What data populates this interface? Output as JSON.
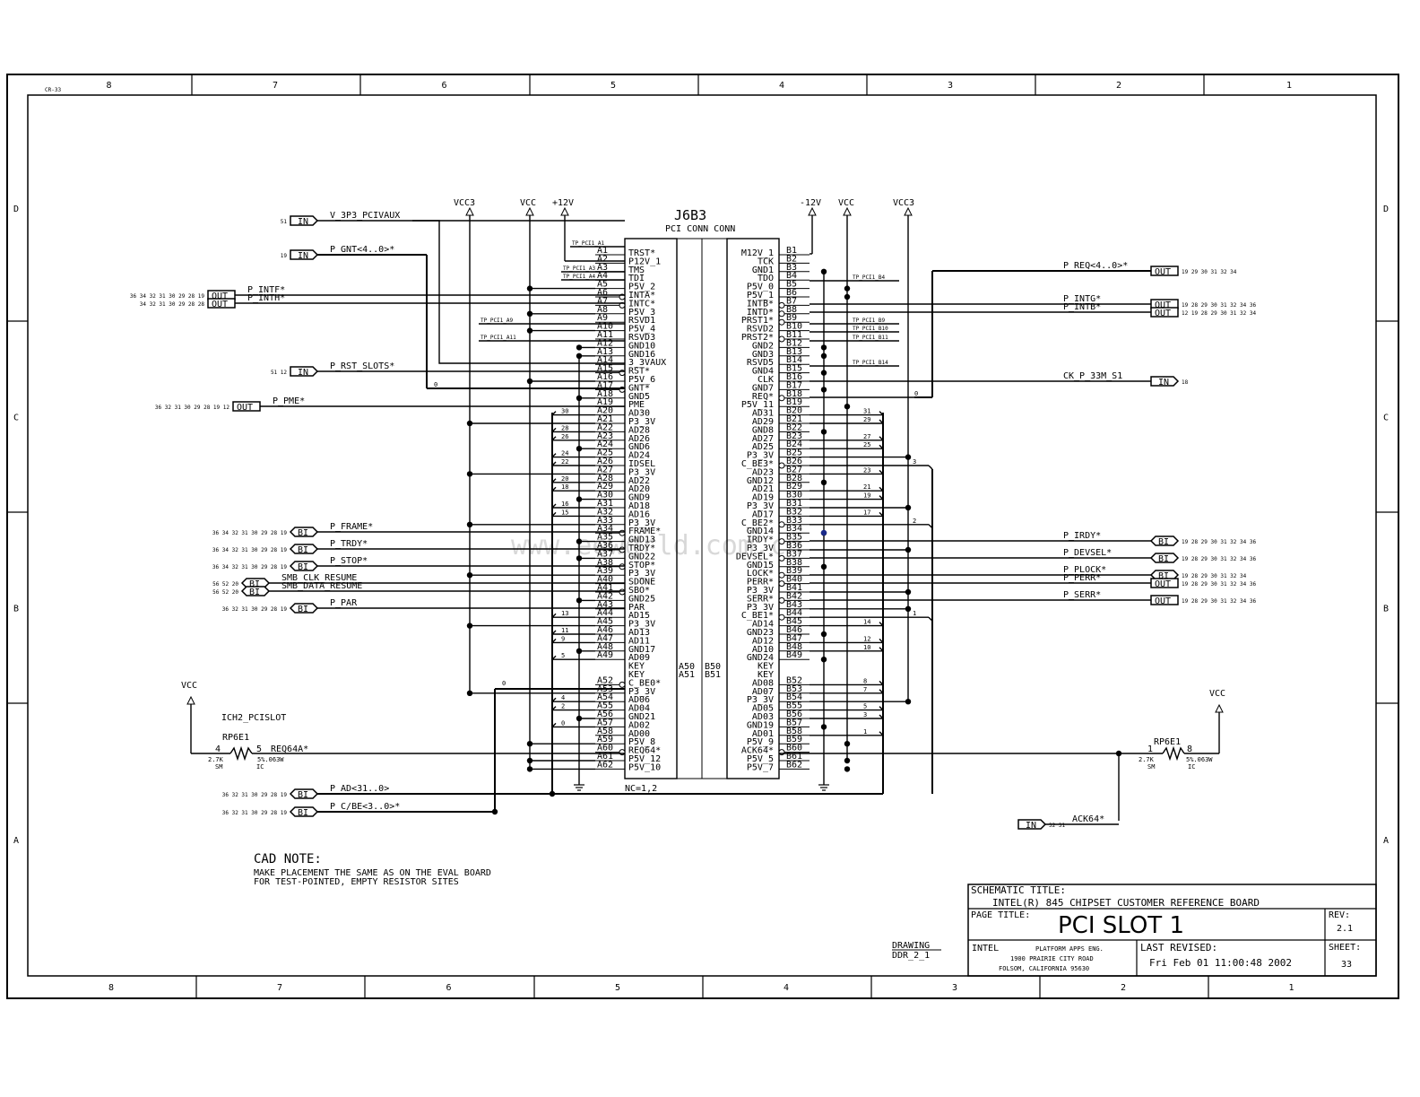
{
  "border": {
    "cr_tag": "CR-33",
    "cols": [
      "8",
      "7",
      "6",
      "5",
      "4",
      "3",
      "2",
      "1"
    ],
    "rows": [
      "D",
      "C",
      "B",
      "A"
    ]
  },
  "connector": {
    "ref": "J6B3",
    "name": "PCI CONN CONN",
    "nc_note": "NC=1,2",
    "left_pins": [
      {
        "num": "A1",
        "name": "TRST*",
        "inv": false
      },
      {
        "num": "A2",
        "name": "P12V_1",
        "inv": false
      },
      {
        "num": "A3",
        "name": "TMS",
        "inv": false
      },
      {
        "num": "A4",
        "name": "TDI",
        "inv": false
      },
      {
        "num": "A5",
        "name": "P5V_2",
        "inv": false
      },
      {
        "num": "A6",
        "name": "INTA*",
        "inv": true
      },
      {
        "num": "A7",
        "name": "INTC*",
        "inv": true
      },
      {
        "num": "A8",
        "name": "P5V_3",
        "inv": false
      },
      {
        "num": "A9",
        "name": "RSVD1",
        "inv": false
      },
      {
        "num": "A10",
        "name": "P5V_4",
        "inv": false
      },
      {
        "num": "A11",
        "name": "RSVD3",
        "inv": false
      },
      {
        "num": "A12",
        "name": "GND10",
        "inv": false
      },
      {
        "num": "A13",
        "name": "GND16",
        "inv": false
      },
      {
        "num": "A14",
        "name": "3_3VAUX",
        "inv": false
      },
      {
        "num": "A15",
        "name": "RST*",
        "inv": true
      },
      {
        "num": "A16",
        "name": "P5V_6",
        "inv": false
      },
      {
        "num": "A17",
        "name": "GNT*",
        "inv": true
      },
      {
        "num": "A18",
        "name": "GND5",
        "inv": false
      },
      {
        "num": "A19",
        "name": "PME",
        "inv": false
      },
      {
        "num": "A20",
        "name": "AD30",
        "inv": false
      },
      {
        "num": "A21",
        "name": "P3_3V",
        "inv": false
      },
      {
        "num": "A22",
        "name": "AD28",
        "inv": false
      },
      {
        "num": "A23",
        "name": "AD26",
        "inv": false
      },
      {
        "num": "A24",
        "name": "GND6",
        "inv": false
      },
      {
        "num": "A25",
        "name": "AD24",
        "inv": false
      },
      {
        "num": "A26",
        "name": "IDSEL",
        "inv": false
      },
      {
        "num": "A27",
        "name": "P3_3V",
        "inv": false
      },
      {
        "num": "A28",
        "name": "AD22",
        "inv": false
      },
      {
        "num": "A29",
        "name": "AD20",
        "inv": false
      },
      {
        "num": "A30",
        "name": "GND9",
        "inv": false
      },
      {
        "num": "A31",
        "name": "AD18",
        "inv": false
      },
      {
        "num": "A32",
        "name": "AD16",
        "inv": false
      },
      {
        "num": "A33",
        "name": "P3_3V",
        "inv": false
      },
      {
        "num": "A34",
        "name": "FRAME*",
        "inv": true
      },
      {
        "num": "A35",
        "name": "GND13",
        "inv": false
      },
      {
        "num": "A36",
        "name": "TRDY*",
        "inv": true
      },
      {
        "num": "A37",
        "name": "GND22",
        "inv": false
      },
      {
        "num": "A38",
        "name": "STOP*",
        "inv": true
      },
      {
        "num": "A39",
        "name": "P3_3V",
        "inv": false
      },
      {
        "num": "A40",
        "name": "SDONE",
        "inv": false
      },
      {
        "num": "A41",
        "name": "SBO*",
        "inv": true
      },
      {
        "num": "A42",
        "name": "GND25",
        "inv": false
      },
      {
        "num": "A43",
        "name": "PAR",
        "inv": false
      },
      {
        "num": "A44",
        "name": "AD15",
        "inv": false
      },
      {
        "num": "A45",
        "name": "P3_3V",
        "inv": false
      },
      {
        "num": "A46",
        "name": "AD13",
        "inv": false
      },
      {
        "num": "A47",
        "name": "AD11",
        "inv": false
      },
      {
        "num": "A48",
        "name": "GND17",
        "inv": false
      },
      {
        "num": "A49",
        "name": "AD09",
        "inv": false
      },
      {
        "num": "",
        "name": "KEY",
        "inv": false
      },
      {
        "num": "",
        "name": "KEY",
        "inv": false
      },
      {
        "num": "A52",
        "name": "C_BE0*",
        "inv": true
      },
      {
        "num": "A53",
        "name": "P3_3V",
        "inv": false
      },
      {
        "num": "A54",
        "name": "AD06",
        "inv": false
      },
      {
        "num": "A55",
        "name": "AD04",
        "inv": false
      },
      {
        "num": "A56",
        "name": "GND21",
        "inv": false
      },
      {
        "num": "A57",
        "name": "AD02",
        "inv": false
      },
      {
        "num": "A58",
        "name": "AD00",
        "inv": false
      },
      {
        "num": "A59",
        "name": "P5V_8",
        "inv": false
      },
      {
        "num": "A60",
        "name": "REQ64*",
        "inv": true
      },
      {
        "num": "A61",
        "name": "P5V_12",
        "inv": false
      },
      {
        "num": "A62",
        "name": "P5V_10",
        "inv": false
      }
    ],
    "right_pins": [
      {
        "num": "B1",
        "name": "M12V_1",
        "inv": false
      },
      {
        "num": "B2",
        "name": "TCK",
        "inv": false
      },
      {
        "num": "B3",
        "name": "GND1",
        "inv": false
      },
      {
        "num": "B4",
        "name": "TDO",
        "inv": false
      },
      {
        "num": "B5",
        "name": "P5V_0",
        "inv": false
      },
      {
        "num": "B6",
        "name": "P5V_1",
        "inv": false
      },
      {
        "num": "B7",
        "name": "INTB*",
        "inv": true
      },
      {
        "num": "B8",
        "name": "INTD*",
        "inv": true
      },
      {
        "num": "B9",
        "name": "PRST1*",
        "inv": true
      },
      {
        "num": "B10",
        "name": "RSVD2",
        "inv": false
      },
      {
        "num": "B11",
        "name": "PRST2*",
        "inv": true
      },
      {
        "num": "B12",
        "name": "GND2",
        "inv": false
      },
      {
        "num": "B13",
        "name": "GND3",
        "inv": false
      },
      {
        "num": "B14",
        "name": "RSVD5",
        "inv": false
      },
      {
        "num": "B15",
        "name": "GND4",
        "inv": false
      },
      {
        "num": "B16",
        "name": "CLK",
        "inv": false
      },
      {
        "num": "B17",
        "name": "GND7",
        "inv": false
      },
      {
        "num": "B18",
        "name": "REQ*",
        "inv": true
      },
      {
        "num": "B19",
        "name": "P5V_11",
        "inv": false
      },
      {
        "num": "B20",
        "name": "AD31",
        "inv": false
      },
      {
        "num": "B21",
        "name": "AD29",
        "inv": false
      },
      {
        "num": "B22",
        "name": "GND8",
        "inv": false
      },
      {
        "num": "B23",
        "name": "AD27",
        "inv": false
      },
      {
        "num": "B24",
        "name": "AD25",
        "inv": false
      },
      {
        "num": "B25",
        "name": "P3_3V",
        "inv": false
      },
      {
        "num": "B26",
        "name": "C_BE3*",
        "inv": true
      },
      {
        "num": "B27",
        "name": "AD23",
        "inv": false
      },
      {
        "num": "B28",
        "name": "GND12",
        "inv": false
      },
      {
        "num": "B29",
        "name": "AD21",
        "inv": false
      },
      {
        "num": "B30",
        "name": "AD19",
        "inv": false
      },
      {
        "num": "B31",
        "name": "P3_3V",
        "inv": false
      },
      {
        "num": "B32",
        "name": "AD17",
        "inv": false
      },
      {
        "num": "B33",
        "name": "C_BE2*",
        "inv": true
      },
      {
        "num": "B34",
        "name": "GND14",
        "inv": false
      },
      {
        "num": "B35",
        "name": "IRDY*",
        "inv": true
      },
      {
        "num": "B36",
        "name": "P3_3V",
        "inv": false
      },
      {
        "num": "B37",
        "name": "DEVSEL*",
        "inv": true
      },
      {
        "num": "B38",
        "name": "GND15",
        "inv": false
      },
      {
        "num": "B39",
        "name": "LOCK*",
        "inv": true
      },
      {
        "num": "B40",
        "name": "PERR*",
        "inv": true
      },
      {
        "num": "B41",
        "name": "P3_3V",
        "inv": false
      },
      {
        "num": "B42",
        "name": "SERR*",
        "inv": true
      },
      {
        "num": "B43",
        "name": "P3_3V",
        "inv": false
      },
      {
        "num": "B44",
        "name": "C_BE1*",
        "inv": true
      },
      {
        "num": "B45",
        "name": "AD14",
        "inv": false
      },
      {
        "num": "B46",
        "name": "GND23",
        "inv": false
      },
      {
        "num": "B47",
        "name": "AD12",
        "inv": false
      },
      {
        "num": "B48",
        "name": "AD10",
        "inv": false
      },
      {
        "num": "B49",
        "name": "GND24",
        "inv": false
      },
      {
        "num": "",
        "name": "KEY",
        "inv": false
      },
      {
        "num": "",
        "name": "KEY",
        "inv": false
      },
      {
        "num": "B52",
        "name": "AD08",
        "inv": false
      },
      {
        "num": "B53",
        "name": "AD07",
        "inv": false
      },
      {
        "num": "B54",
        "name": "P3_3V",
        "inv": false
      },
      {
        "num": "B55",
        "name": "AD05",
        "inv": false
      },
      {
        "num": "B56",
        "name": "AD03",
        "inv": false
      },
      {
        "num": "B57",
        "name": "GND19",
        "inv": false
      },
      {
        "num": "B58",
        "name": "AD01",
        "inv": false
      },
      {
        "num": "B59",
        "name": "P5V_9",
        "inv": false
      },
      {
        "num": "B60",
        "name": "ACK64*",
        "inv": true
      },
      {
        "num": "B61",
        "name": "P5V_5",
        "inv": false
      },
      {
        "num": "B62",
        "name": "P5V_7",
        "inv": false
      }
    ],
    "mid_labels": [
      "A50",
      "A51",
      "B50",
      "B51"
    ]
  },
  "power": {
    "vcc3_left": "VCC3",
    "vcc_left": "VCC",
    "p12v": "+12V",
    "m12v": "-12V",
    "vcc_right": "VCC",
    "vcc3_right": "VCC3",
    "vcc_res_left": "VCC",
    "vcc_res_right": "VCC"
  },
  "left_signals": [
    {
      "refs": "51",
      "port": "IN",
      "name": "V_3P3_PCIVAUX"
    },
    {
      "refs": "19",
      "port": "IN",
      "name": "P_GNT<4..0>*"
    },
    {
      "refs": "36 34 32 31 30 29 28 19",
      "port": "OUT",
      "name": "P_INTF*"
    },
    {
      "refs": "34 32 31 30 29 28 28",
      "port": "OUT",
      "name": "P_INTH*"
    },
    {
      "refs": "51 12",
      "port": "IN",
      "name": "P_RST_SLOTS*"
    },
    {
      "refs": "36 32 31 30 29 28 19 12",
      "port": "OUT",
      "name": "P_PME*"
    },
    {
      "refs": "36 34 32 31 30 29 28 19",
      "port": "BI",
      "name": "P_FRAME*"
    },
    {
      "refs": "36 34 32 31 30 29 28 19",
      "port": "BI",
      "name": "P_TRDY*"
    },
    {
      "refs": "36 34 32 31 30 29 28 19",
      "port": "BI",
      "name": "P_STOP*"
    },
    {
      "refs": "56 52 20",
      "port": "BI",
      "name": "SMB_CLK_RESUME"
    },
    {
      "refs": "56 52 20",
      "port": "BI",
      "name": "SMB_DATA_RESUME"
    },
    {
      "refs": "36 32 31 30 29 28 19",
      "port": "BI",
      "name": "P_PAR"
    },
    {
      "refs": "36 32 31 30 29 28 19",
      "port": "BI",
      "name": "P_AD<31..0>"
    },
    {
      "refs": "36 32 31 30 29 28 19",
      "port": "BI",
      "name": "P_C/BE<3..0>*"
    }
  ],
  "right_signals": [
    {
      "refs": "19 29 30 31 32 34",
      "port": "OUT",
      "name": "P_REQ<4..0>*"
    },
    {
      "refs": "19 28 29 30 31 32 34 36",
      "port": "OUT",
      "name": "P_INTG*"
    },
    {
      "refs": "12 19 28 29 30 31 32 34",
      "port": "OUT",
      "name": "P_INTB*"
    },
    {
      "refs": "18",
      "port": "IN",
      "name": "CK_P_33M_S1"
    },
    {
      "refs": "19 28 29 30 31 32 34 36",
      "port": "BI",
      "name": "P_IRDY*"
    },
    {
      "refs": "19 28 29 30 31 32 34 36",
      "port": "BI",
      "name": "P_DEVSEL*"
    },
    {
      "refs": "19 28 29 30 31 32 34",
      "port": "BI",
      "name": "P_PLOCK*"
    },
    {
      "refs": "19 28 29 30 31 32 34 36",
      "port": "OUT",
      "name": "P_PERR*"
    },
    {
      "refs": "19 28 29 30 31 32 34 36",
      "port": "OUT",
      "name": "P_SERR*"
    },
    {
      "refs": "32 31",
      "port": "IN",
      "name": "ACK64*"
    }
  ],
  "tp_labels": [
    "TP_PCI1_A1",
    "TP_PCI1_A3",
    "TP_PCI1_A4",
    "TP_PCI1_A9",
    "TP_PCI1_A11",
    "TP_PCI1_B4",
    "TP_PCI1_B9",
    "TP_PCI1_B10",
    "TP_PCI1_B11",
    "TP_PCI1_B14"
  ],
  "bus_numbers_left": [
    "30",
    "28",
    "26",
    "24",
    "22",
    "20",
    "18",
    "16",
    "15",
    "13",
    "11",
    "9",
    "5",
    "4",
    "2",
    "0"
  ],
  "bus_numbers_right": [
    "31",
    "29",
    "27",
    "25",
    "23",
    "21",
    "19",
    "17",
    "14",
    "12",
    "10",
    "8",
    "7",
    "5",
    "3",
    "1"
  ],
  "bus_misc": [
    "0",
    "0",
    "0",
    "3",
    "2",
    "1"
  ],
  "resistor_left": {
    "ref": "RP6E1",
    "block": "ICH2_PCISLOT",
    "p1": "4",
    "p2": "5",
    "value": "2.7K",
    "tol": "5%.063W",
    "pkg1": "SM",
    "pkg2": "IC",
    "net": "REQ64A*"
  },
  "resistor_right": {
    "ref": "RP6E1",
    "p1": "1",
    "p2": "8",
    "value": "2.7K",
    "tol": "5%.063W",
    "pkg1": "SM",
    "pkg2": "IC"
  },
  "cad_note": {
    "title": "CAD NOTE:",
    "line1": "MAKE PLACEMENT THE SAME AS ON THE EVAL BOARD",
    "line2": "FOR TEST-POINTED, EMPTY RESISTOR SITES"
  },
  "drawing": {
    "label": "DRAWING",
    "num": "DDR_2_1"
  },
  "title_block": {
    "schematic_title_label": "SCHEMATIC TITLE:",
    "schematic_title": "INTEL(R) 845 CHIPSET CUSTOMER REFERENCE BOARD",
    "page_title_label": "PAGE TITLE:",
    "page_title": "PCI SLOT 1",
    "rev_label": "REV:",
    "rev": "2.1",
    "company": "INTEL",
    "addr1": "PLATFORM APPS ENG.",
    "addr2": "1900 PRAIRIE CITY ROAD",
    "addr3": "FOLSOM, CALIFORNIA 95630",
    "last_revised_label": "LAST REVISED:",
    "last_revised": "Fri Feb 01 11:00:48 2002",
    "sheet_label": "SHEET:",
    "sheet": "33"
  },
  "watermark": "www.eeworld.com.cn"
}
